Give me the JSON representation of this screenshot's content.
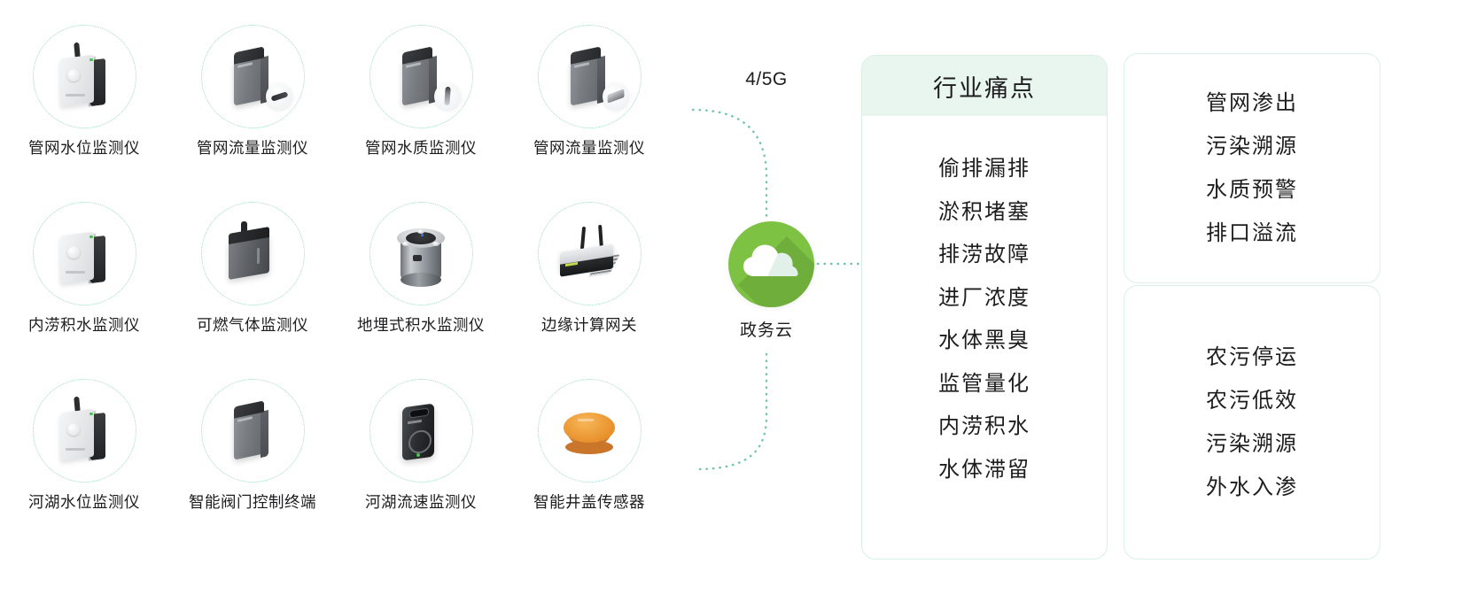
{
  "devices": [
    {
      "label": "管网水位监测仪",
      "art": "whitebox",
      "icon": "pipe-water-level-sensor-icon"
    },
    {
      "label": "管网流量监测仪",
      "art": "tower-plate",
      "icon": "pipe-flow-meter-icon"
    },
    {
      "label": "管网水质监测仪",
      "art": "tower-probe",
      "icon": "pipe-water-quality-sensor-icon"
    },
    {
      "label": "管网流量监测仪",
      "art": "tower-plate",
      "icon": "pipe-flow-meter-icon"
    },
    {
      "label": "内涝积水监测仪",
      "art": "whitebox-noant",
      "icon": "waterlogging-sensor-icon"
    },
    {
      "label": "可燃气体监测仪",
      "art": "gasbox",
      "icon": "combustible-gas-detector-icon"
    },
    {
      "label": "地埋式积水监测仪",
      "art": "cylinder",
      "icon": "buried-water-sensor-icon"
    },
    {
      "label": "边缘计算网关",
      "art": "gateway",
      "icon": "edge-gateway-icon"
    },
    {
      "label": "河湖水位监测仪",
      "art": "whitebox",
      "icon": "river-water-level-sensor-icon"
    },
    {
      "label": "智能阀门控制终端",
      "art": "tower-plain",
      "icon": "smart-valve-controller-icon"
    },
    {
      "label": "河湖流速监测仪",
      "art": "darkunit",
      "icon": "river-flow-velocity-sensor-icon"
    },
    {
      "label": "智能井盖传感器",
      "art": "puck",
      "icon": "smart-manhole-sensor-icon"
    }
  ],
  "network": {
    "protocol_label": "4/5G",
    "cloud_label": "政务云",
    "cloud_icon": "cloud-icon",
    "cloud_color": "#7dc243",
    "connector_color": "#6ec4ae"
  },
  "pain_panel": {
    "title": "行业痛点",
    "header_bg": "#e9f5ef",
    "border_color": "#d8efe4",
    "items": [
      "偷排漏排",
      "淤积堵塞",
      "排涝故障",
      "进厂浓度",
      "水体黑臭",
      "监管量化",
      "内涝积水",
      "水体滞留"
    ]
  },
  "side_panels": [
    {
      "name": "pipe-network-panel",
      "border_color": "#dcf0e7",
      "items": [
        "管网渗出",
        "污染溯源",
        "水质预警",
        "排口溢流"
      ]
    },
    {
      "name": "rural-sewage-panel",
      "border_color": "#dcf0e7",
      "items": [
        "农污停运",
        "农污低效",
        "污染溯源",
        "外水入渗"
      ]
    }
  ]
}
